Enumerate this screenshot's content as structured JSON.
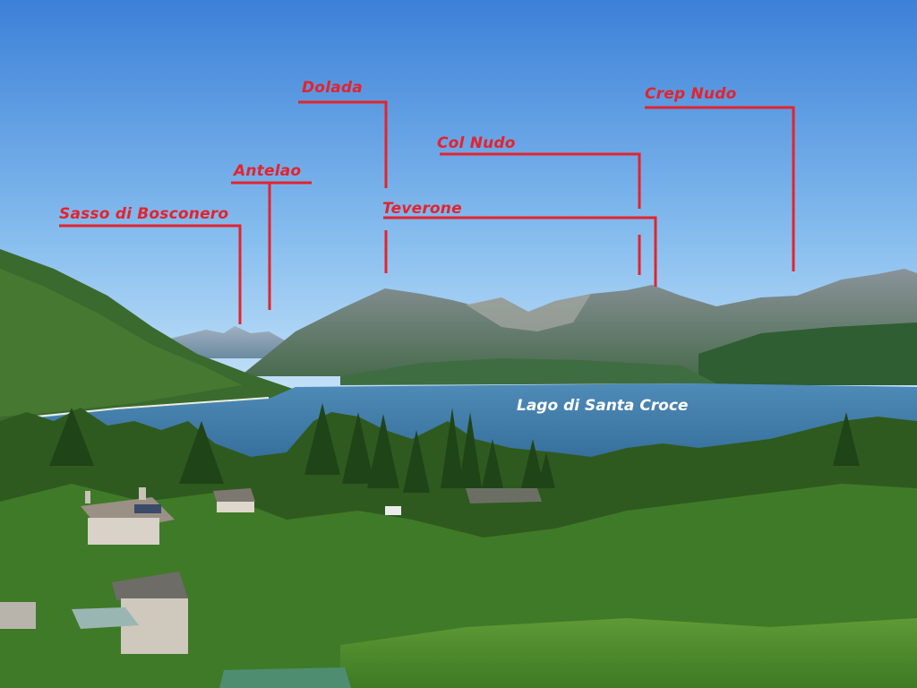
{
  "peaks": {
    "sasso": "Sasso di Bosconero",
    "antelao": "Antelao",
    "dolada": "Dolada",
    "col_nudo": "Col Nudo",
    "teverone": "Teverone",
    "crep_nudo": "Crep Nudo"
  },
  "lake": {
    "name": "Lago di Santa Croce"
  },
  "colors": {
    "label_red": "#e4232d",
    "sky_top": "#3f82d9",
    "sky_bottom": "#b9dcf6",
    "lake": "#3d77a8"
  }
}
